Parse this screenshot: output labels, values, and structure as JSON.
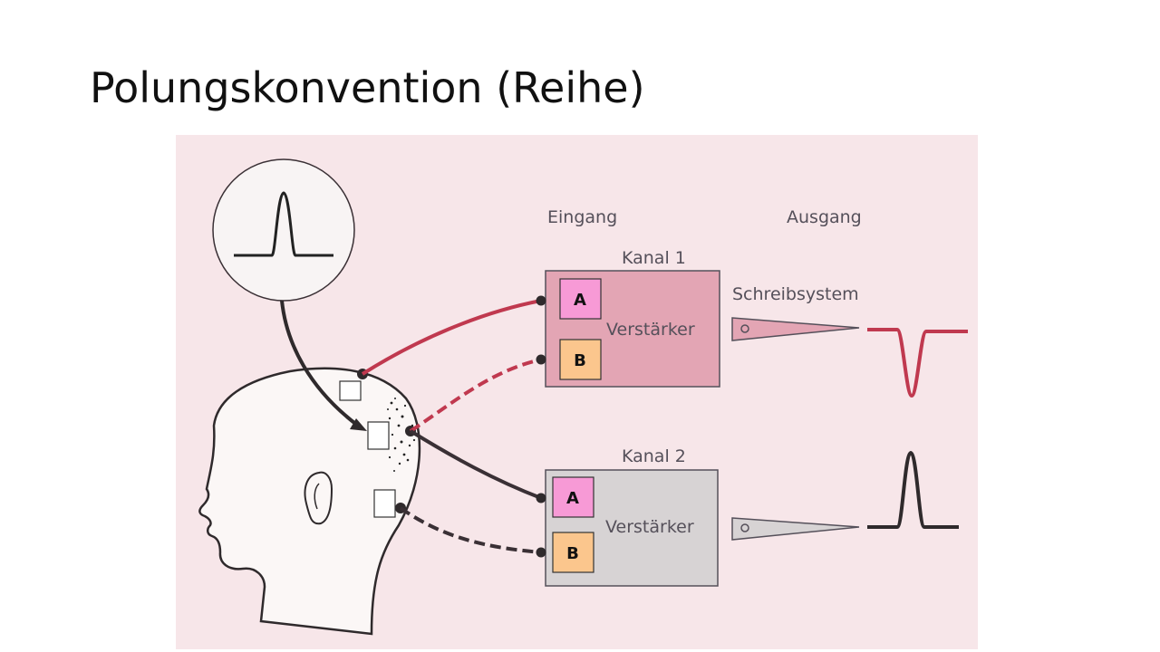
{
  "slide": {
    "title": "Polungskonvention (Reihe)"
  },
  "diagram": {
    "input_label": "Eingang",
    "output_label": "Ausgang",
    "channel_1": {
      "title": "Kanal 1",
      "amplifier_label": "Verstärker",
      "input_a": "A",
      "input_b": "B",
      "writer_label": "Schreibsystem"
    },
    "channel_2": {
      "title": "Kanal 2",
      "amplifier_label": "Verstärker",
      "input_a": "A",
      "input_b": "B"
    }
  },
  "colors": {
    "background": "#f7e6e9",
    "channel_1_box": "#e3a5b4",
    "channel_1_wire": "#c0394f",
    "channel_2_box": "#d7d3d4",
    "channel_2_wire": "#3a3035",
    "input_a_label": "#f79ad6",
    "input_b_label": "#fbc68d"
  }
}
